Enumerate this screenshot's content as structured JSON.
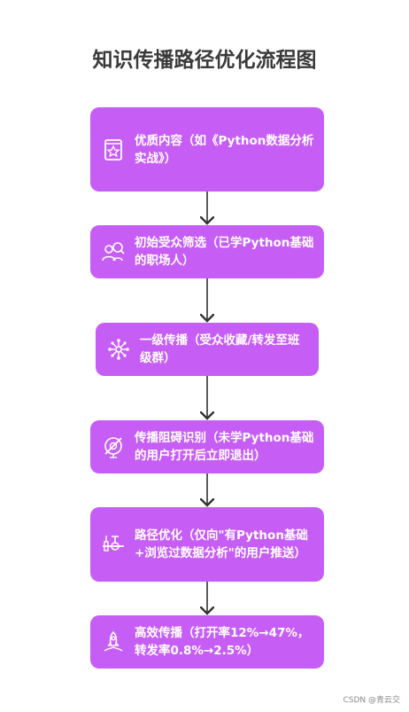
{
  "title": "知识传播路径优化流程图",
  "nodes": [
    {
      "label": "优质内容（如《Python数据分析实战》）",
      "icon": "book-star-icon"
    },
    {
      "label": "初始受众筛选（已学Python基础的职场人）",
      "icon": "users-search-icon"
    },
    {
      "label": "一级传播（受众收藏/转发至班级群）",
      "icon": "network-spread-icon"
    },
    {
      "label": "传播阻碍识别（未学Python基础的用户打开后立即退出）",
      "icon": "blocked-eye-icon"
    },
    {
      "label": "路径优化（仅向\"有Python基础+浏览过数据分析\"的用户推送）",
      "icon": "pipe-valve-icon"
    },
    {
      "label": "高效传播（打开率12%→47%，转发率0.8%→2.5%）",
      "icon": "rocket-icon"
    }
  ],
  "watermark": "CSDN @青云交",
  "colors": {
    "node_fill": "#c65ef6",
    "text": "#ffffff",
    "arrow": "#333333",
    "title": "#3a3a3a"
  }
}
